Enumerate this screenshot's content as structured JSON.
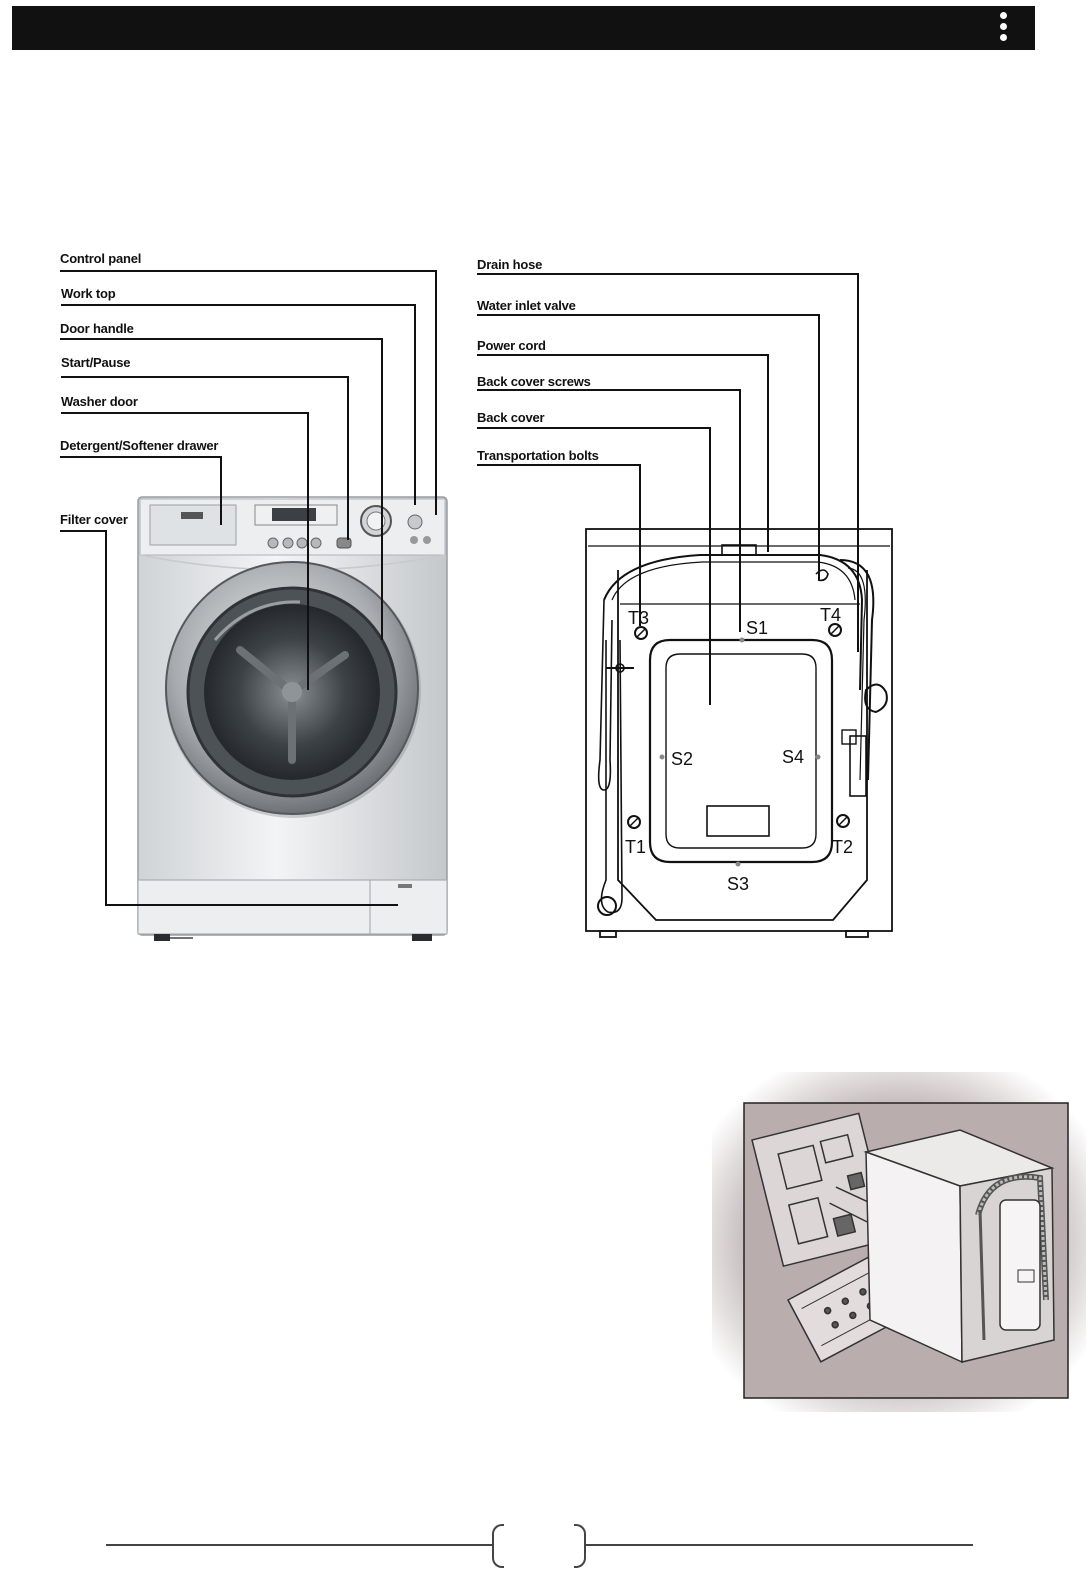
{
  "front_labels": {
    "control_panel": "Control panel",
    "work_top": "Work top",
    "door_handle": "Door handle",
    "start_pause": "Start/Pause",
    "washer_door": "Washer door",
    "drawer": "Detergent/Softener drawer",
    "filter_cover": "Filter cover"
  },
  "back_labels": {
    "drain_hose": "Drain hose",
    "water_inlet_valve": "Water inlet valve",
    "power_cord": "Power cord",
    "back_cover_screws": "Back cover screws",
    "back_cover": "Back cover",
    "transportation_bolts": "Transportation bolts"
  },
  "back_markers": {
    "t1": "T1",
    "t2": "T2",
    "t3": "T3",
    "t4": "T4",
    "s1": "S1",
    "s2": "S2",
    "s3": "S3",
    "s4": "S4"
  },
  "colors": {
    "header": "#111111",
    "line": "#111111",
    "machine_body": "#e6e8ea",
    "door_ring": "#9a9ea2",
    "packaging_bg": "#b9adad"
  },
  "icons": {
    "header_menu": "vertical-dots-icon",
    "front_view": "washing-machine-front-illustration",
    "back_view": "washing-machine-back-illustration",
    "packaging": "machine-unpacking-illustration"
  }
}
